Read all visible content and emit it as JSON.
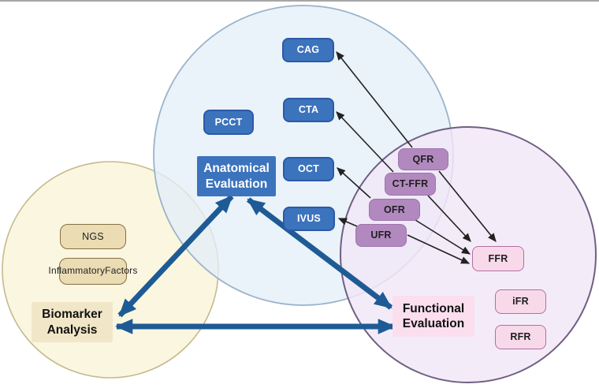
{
  "diagram_title": "",
  "circles": {
    "anatomical": {
      "label": "Anatomical Evaluation",
      "fill": "#e4eef9",
      "stroke": "#9bb3c9"
    },
    "biomarker": {
      "label": "Biomarker Analysis",
      "fill": "#faf5db",
      "stroke": "#c4bb8c"
    },
    "functional": {
      "label": "Functional Evaluation",
      "fill": "#f2e7f8",
      "stroke": "#6f5f82"
    }
  },
  "banners": {
    "anatomical": {
      "line1": "Anatomical",
      "line2": "Evaluation"
    },
    "biomarker": {
      "line1": "Biomarker",
      "line2": "Analysis"
    },
    "functional": {
      "line1": "Functional",
      "line2": "Evaluation"
    }
  },
  "boxes": {
    "anatomical": [
      {
        "label": "CAG"
      },
      {
        "label": "CTA"
      },
      {
        "label": "PCCT"
      },
      {
        "label": "OCT"
      },
      {
        "label": "IVUS"
      }
    ],
    "overlap_indices": [
      {
        "label": "QFR"
      },
      {
        "label": "CT-FFR"
      },
      {
        "label": "OFR"
      },
      {
        "label": "UFR"
      }
    ],
    "functional": [
      {
        "label": "FFR"
      },
      {
        "label": "iFR"
      },
      {
        "label": "RFR"
      }
    ],
    "biomarker": [
      {
        "label": "NGS"
      },
      {
        "line1": "Inflammatory",
        "line2": "Factors"
      }
    ]
  },
  "relationships": {
    "thin_arrows": [
      {
        "from": "QFR",
        "to": "CAG"
      },
      {
        "from": "CT-FFR",
        "to": "CTA"
      },
      {
        "from": "OFR",
        "to": "OCT"
      },
      {
        "from": "UFR",
        "to": "IVUS"
      },
      {
        "from": "QFR",
        "to": "FFR"
      },
      {
        "from": "CT-FFR",
        "to": "FFR"
      },
      {
        "from": "OFR",
        "to": "FFR"
      },
      {
        "from": "UFR",
        "to": "FFR"
      }
    ],
    "thick_double_arrows": [
      {
        "between": [
          "Biomarker Analysis",
          "Anatomical Evaluation"
        ]
      },
      {
        "between": [
          "Anatomical Evaluation",
          "Functional Evaluation"
        ]
      },
      {
        "between": [
          "Biomarker Analysis",
          "Functional Evaluation"
        ]
      }
    ]
  },
  "colors": {
    "imaging_box": "#3c73bd",
    "index_box": "#b289bf",
    "functional_box": "#f8d9ea",
    "biomarker_box": "#ebdcb4",
    "thick_arrow": "#1e5b95",
    "thin_arrow": "#222222"
  }
}
